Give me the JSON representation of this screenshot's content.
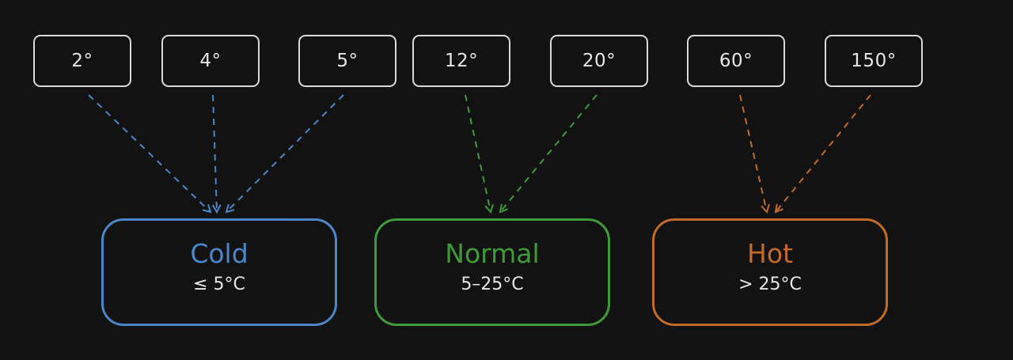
{
  "readings": [
    "2°",
    "4°",
    "5°",
    "12°",
    "20°",
    "60°",
    "150°"
  ],
  "categories": [
    {
      "name": "Cold",
      "range": "≤ 5°C",
      "color": "#4a86c8"
    },
    {
      "name": "Normal",
      "range": "5–25°C",
      "color": "#3f9a3a"
    },
    {
      "name": "Hot",
      "range": "> 25°C",
      "color": "#c26a28"
    }
  ],
  "arrow_colors": [
    "#4a86c8",
    "#3f9a3a",
    "#c26a28"
  ],
  "node_border_color": "#d9d9d9",
  "background_color": "#121212"
}
